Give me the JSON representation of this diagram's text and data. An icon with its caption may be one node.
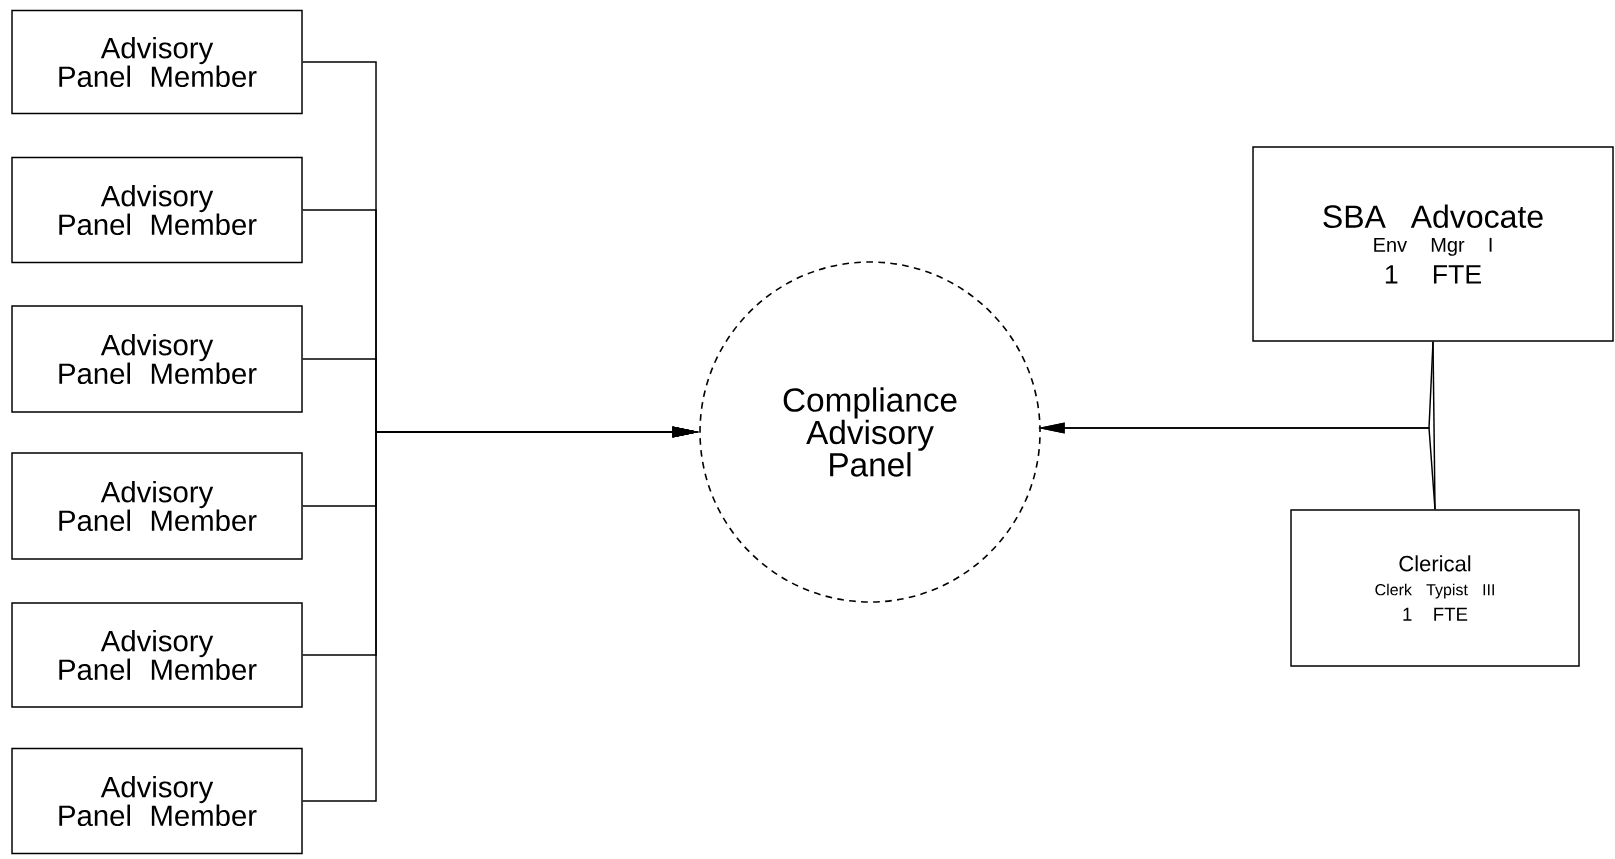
{
  "diagram": {
    "nodes": [
      {
        "text": [
          "Advisory Panel Member"
        ]
      },
      {
        "text": [
          "Advisory Panel Member"
        ]
      },
      {
        "text": [
          "Advisory Panel Member"
        ]
      },
      {
        "text": [
          "Advisory Panel Member"
        ]
      },
      {
        "text": [
          "Advisory Panel Member"
        ]
      },
      {
        "text": [
          "Advisory Panel Member"
        ]
      },
      {
        "text": [
          "Compliance Advisory Panel"
        ]
      },
      {
        "text": [
          "SBA Advocate",
          "Env Mgr I",
          "1 FTE"
        ]
      },
      {
        "text": [
          "Clerical",
          "Clerk Typist III",
          "1 FTE"
        ]
      }
    ],
    "edges": [
      {
        "from": 0,
        "to": 6,
        "arrow": "to"
      },
      {
        "from": 1,
        "to": 6,
        "arrow": "to"
      },
      {
        "from": 2,
        "to": 6,
        "arrow": "to"
      },
      {
        "from": 3,
        "to": 6,
        "arrow": "to"
      },
      {
        "from": 4,
        "to": 6,
        "arrow": "to"
      },
      {
        "from": 5,
        "to": 6,
        "arrow": "to"
      },
      {
        "from": 7,
        "to": 6,
        "arrow": "to"
      },
      {
        "from": 8,
        "to": 6,
        "arrow": "to"
      },
      {
        "from": 7,
        "to": 8,
        "arrow": "none"
      }
    ]
  }
}
